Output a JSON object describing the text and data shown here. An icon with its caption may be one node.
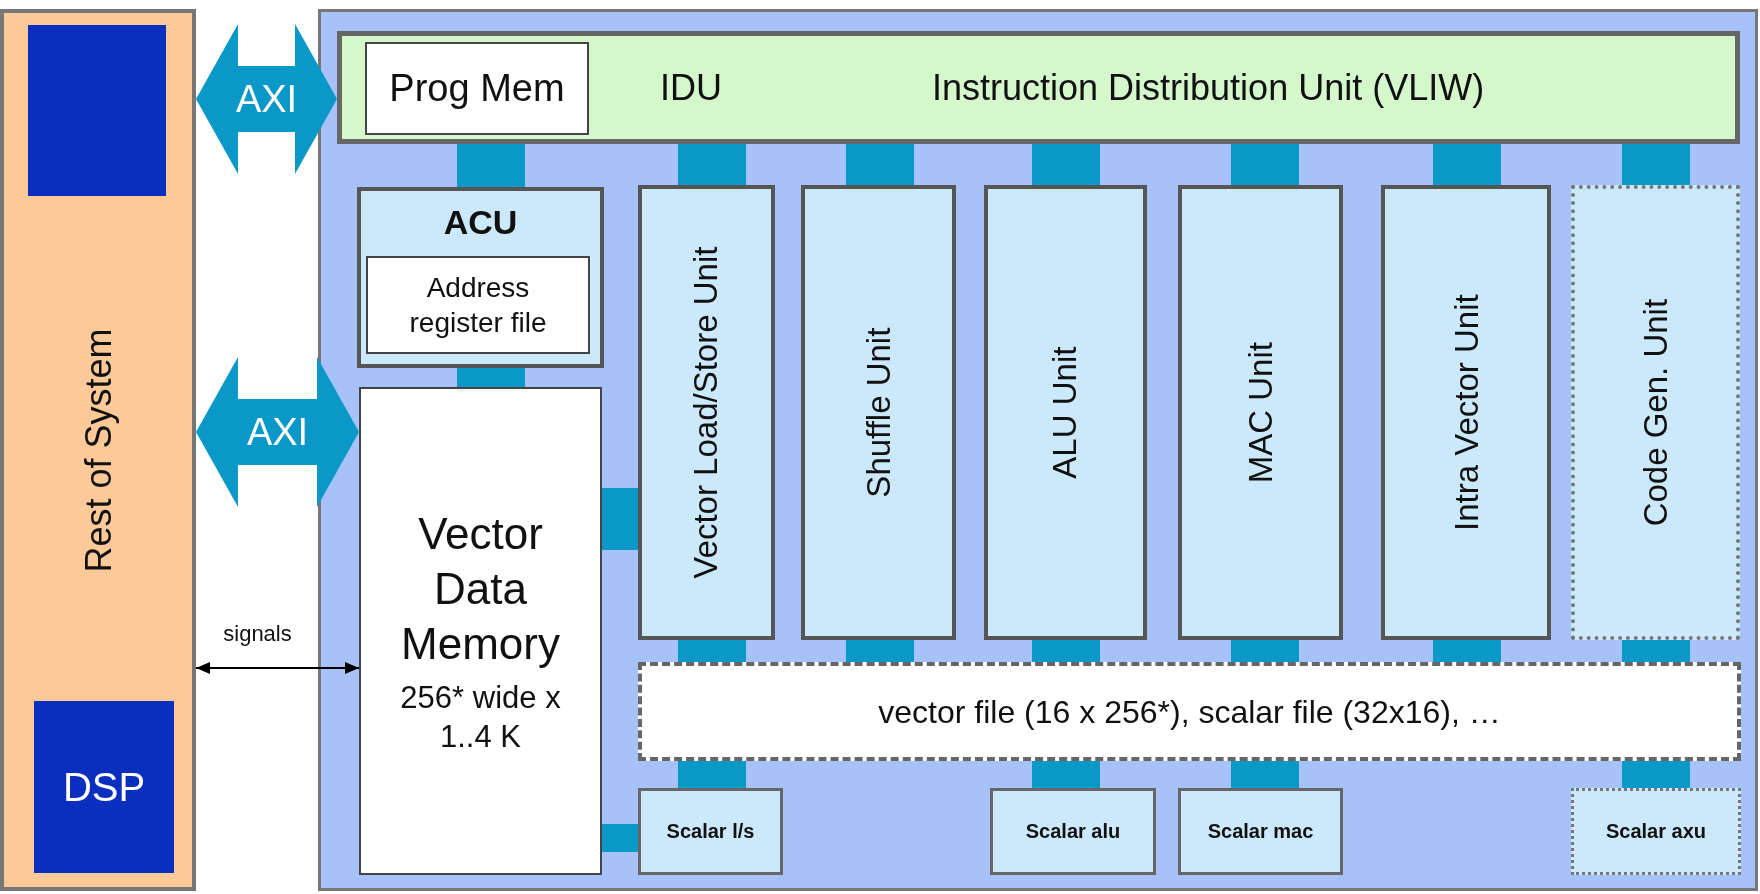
{
  "diagram": {
    "nodes": [
      {
        "text": [
          "Rest of System"
        ]
      },
      {
        "text": [],
        "shape": "box",
        "in": 0
      },
      {
        "text": [
          "DSP"
        ],
        "in": 0
      },
      {
        "text": [],
        "shape": "box"
      },
      {
        "text": [
          "IDU",
          "Instruction Distribution Unit (VLIW)"
        ],
        "in": 3
      },
      {
        "text": [
          "Prog Mem"
        ],
        "in": 4
      },
      {
        "text": [
          "ACU"
        ],
        "in": 3
      },
      {
        "text": [
          "Address register file"
        ],
        "in": 6
      },
      {
        "text": [
          "Vector Data Memory",
          "256* wide x 1..4 K"
        ],
        "in": 3
      },
      {
        "text": [
          "Vector Load/Store Unit"
        ],
        "in": 3
      },
      {
        "text": [
          "Shuffle Unit"
        ],
        "in": 3
      },
      {
        "text": [
          "ALU Unit"
        ],
        "in": 3
      },
      {
        "text": [
          "MAC Unit"
        ],
        "in": 3
      },
      {
        "text": [
          "Intra Vector Unit"
        ],
        "in": 3
      },
      {
        "text": [
          "Code Gen. Unit"
        ],
        "in": 3
      },
      {
        "text": [
          "vector file (16 x 256*), scalar file (32x16), …"
        ],
        "in": 3
      },
      {
        "text": [
          "Scalar l/s"
        ],
        "in": 3
      },
      {
        "text": [
          "Scalar alu"
        ],
        "in": 3
      },
      {
        "text": [
          "Scalar mac"
        ],
        "in": 3
      },
      {
        "text": [
          "Scalar axu"
        ],
        "in": 3
      }
    ],
    "edges": [
      {
        "from": 0,
        "to": 4,
        "arrow": "both",
        "label": "AXI"
      },
      {
        "from": 0,
        "to": 8,
        "arrow": "both",
        "label": "AXI"
      },
      {
        "from": 0,
        "to": 8,
        "arrow": "both",
        "label": "signals",
        "color": "#000000"
      },
      {
        "from": 4,
        "to": 6,
        "arrow": "none"
      },
      {
        "from": 4,
        "to": 9,
        "arrow": "none"
      },
      {
        "from": 4,
        "to": 10,
        "arrow": "none"
      },
      {
        "from": 4,
        "to": 11,
        "arrow": "none"
      },
      {
        "from": 4,
        "to": 12,
        "arrow": "none"
      },
      {
        "from": 4,
        "to": 13,
        "arrow": "none"
      },
      {
        "from": 4,
        "to": 14,
        "arrow": "none"
      },
      {
        "from": 6,
        "to": 8,
        "arrow": "none"
      },
      {
        "from": 8,
        "to": 9,
        "arrow": "none"
      },
      {
        "from": 8,
        "to": 16,
        "arrow": "none"
      },
      {
        "from": 9,
        "to": 15,
        "arrow": "none"
      },
      {
        "from": 10,
        "to": 15,
        "arrow": "none"
      },
      {
        "from": 11,
        "to": 15,
        "arrow": "none"
      },
      {
        "from": 12,
        "to": 15,
        "arrow": "none"
      },
      {
        "from": 13,
        "to": 15,
        "arrow": "none"
      },
      {
        "from": 14,
        "to": 15,
        "arrow": "none"
      },
      {
        "from": 15,
        "to": 16,
        "arrow": "none"
      },
      {
        "from": 15,
        "to": 17,
        "arrow": "none"
      },
      {
        "from": 15,
        "to": 18,
        "arrow": "none"
      },
      {
        "from": 15,
        "to": 19,
        "arrow": "none"
      }
    ]
  }
}
